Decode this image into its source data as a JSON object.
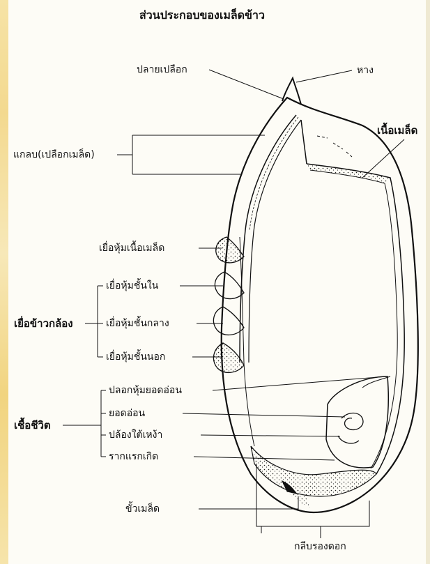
{
  "title": "ส่วนประกอบของเมล็ดข้าว",
  "labels": {
    "tip": "ปลายเปลือก",
    "awn": "หาง",
    "endosperm": "เนื้อเมล็ด",
    "hull": "แกลบ(เปลือกเมล็ด)",
    "endosperm_membrane": "เยื่อหุ้มเนื้อเมล็ด",
    "bran_group": "เยื่อข้าวกล้อง",
    "inner_membrane": "เยื่อหุ้มชั้นใน",
    "middle_membrane": "เยื่อหุ้มชั้นกลาง",
    "outer_membrane": "เยื่อหุ้มชั้นนอก",
    "embryo_group": "เชื้อชีวิต",
    "coleoptile": "ปลอกหุ้มยอดอ่อน",
    "plumule": "ยอดอ่อน",
    "mesocotyl": "ปล้องใต้เหง้า",
    "radicle": "รากแรกเกิด",
    "rachilla": "ขั้วเมล็ด",
    "glumes": "กลีบรองดอก"
  }
}
